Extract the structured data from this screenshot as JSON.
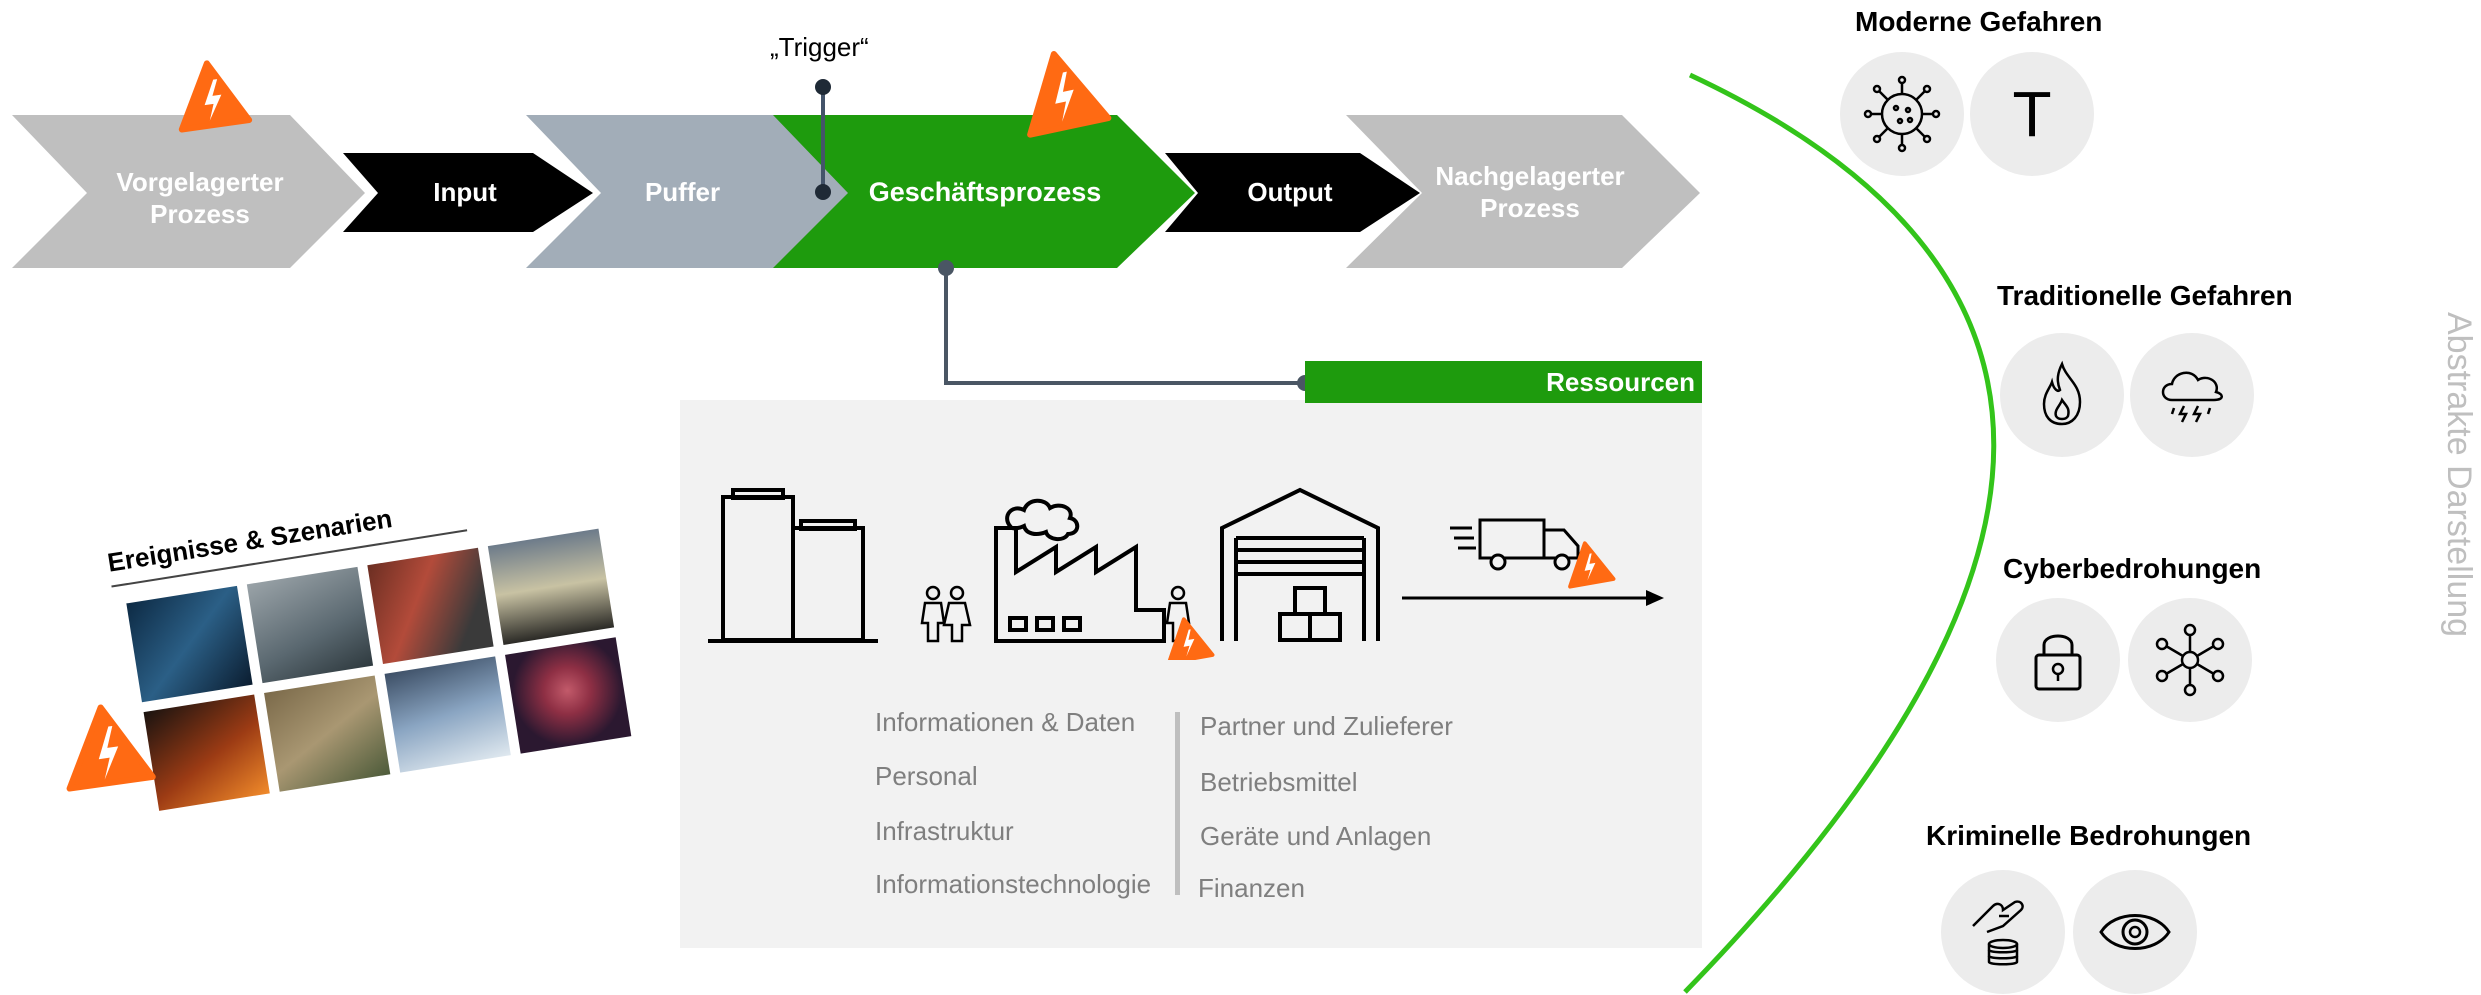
{
  "process": {
    "upstream": [
      "Vorgelagerter",
      "Prozess"
    ],
    "input": "Input",
    "buffer": "Puffer",
    "business": "Geschäftsprozess",
    "output": "Output",
    "downstream": [
      "Nachgelagerter",
      "Prozess"
    ],
    "trigger": "„Trigger“"
  },
  "resources": {
    "title": "Ressourcen",
    "left_items": [
      "Informationen & Daten",
      "Personal",
      "Infrastruktur",
      "Informationstechnologie"
    ],
    "right_items": [
      "Partner und Zulieferer",
      "Betriebsmittel",
      "Geräte und Anlagen",
      "Finanzen"
    ]
  },
  "events": {
    "title": "Ereignisse & Szenarien"
  },
  "threats": {
    "modern": "Moderne Gefahren",
    "traditional": "Traditionelle Gefahren",
    "cyber": "Cyberbedrohungen",
    "criminal": "Kriminelle Bedrohungen",
    "modern_icon2_letter": "T"
  },
  "side_label": "Abstrakte Darstellung",
  "colors": {
    "green": "#1e9b0d",
    "grey_light": "#bfbfbf",
    "grey_blue": "#a2adb8",
    "black": "#000000",
    "warning": "#ff6a13",
    "arc": "#33c41a",
    "panel": "#f2f2f2"
  }
}
